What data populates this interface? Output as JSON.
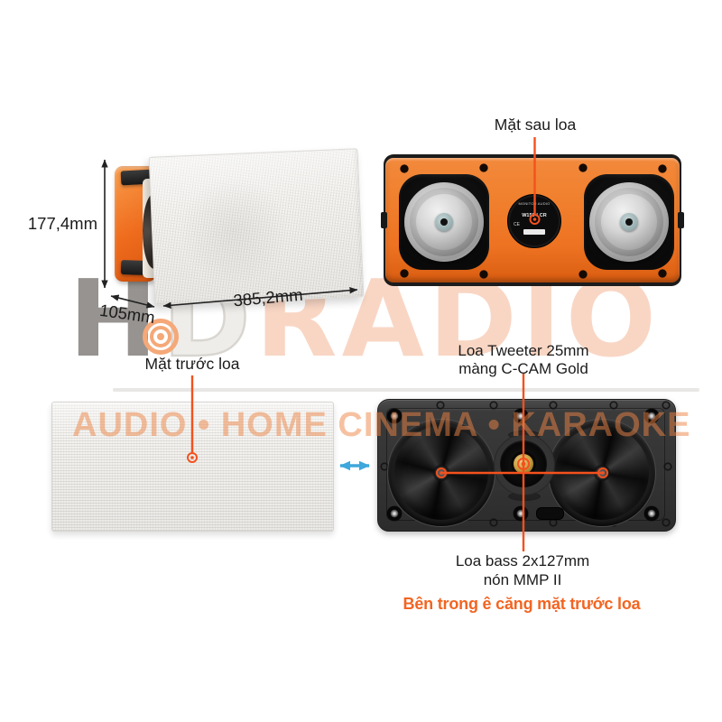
{
  "watermark": {
    "brand_h": "H",
    "brand_d": "D",
    "brand_radio": "RADIO",
    "tagline": "AUDIO • HOME CINEMA • KARAOKE"
  },
  "product": {
    "brand": "MONITOR AUDIO",
    "model": "W150-LCR",
    "ce_mark": "CE"
  },
  "dimensions": {
    "height": "177,4mm",
    "depth": "105mm",
    "width": "385,2mm"
  },
  "labels": {
    "back": "Mặt sau loa",
    "front": "Mặt trước loa",
    "tweeter_line1": "Loa Tweeter 25mm",
    "tweeter_line2": "màng C-CAM Gold",
    "bass_line1": "Loa bass 2x127mm",
    "bass_line2": "nón MMP II",
    "note": "Bên trong ê căng mặt trước loa"
  },
  "colors": {
    "callout_orange": "#f4511e",
    "note_orange": "#f26522",
    "back_panel_orange": "#ee7322",
    "bracket_orange": "#ef6c1d",
    "arrow_blue": "#3ea7dc",
    "watermark_salmon": "#f9d6c4",
    "text_dark": "#1b1b1b"
  }
}
